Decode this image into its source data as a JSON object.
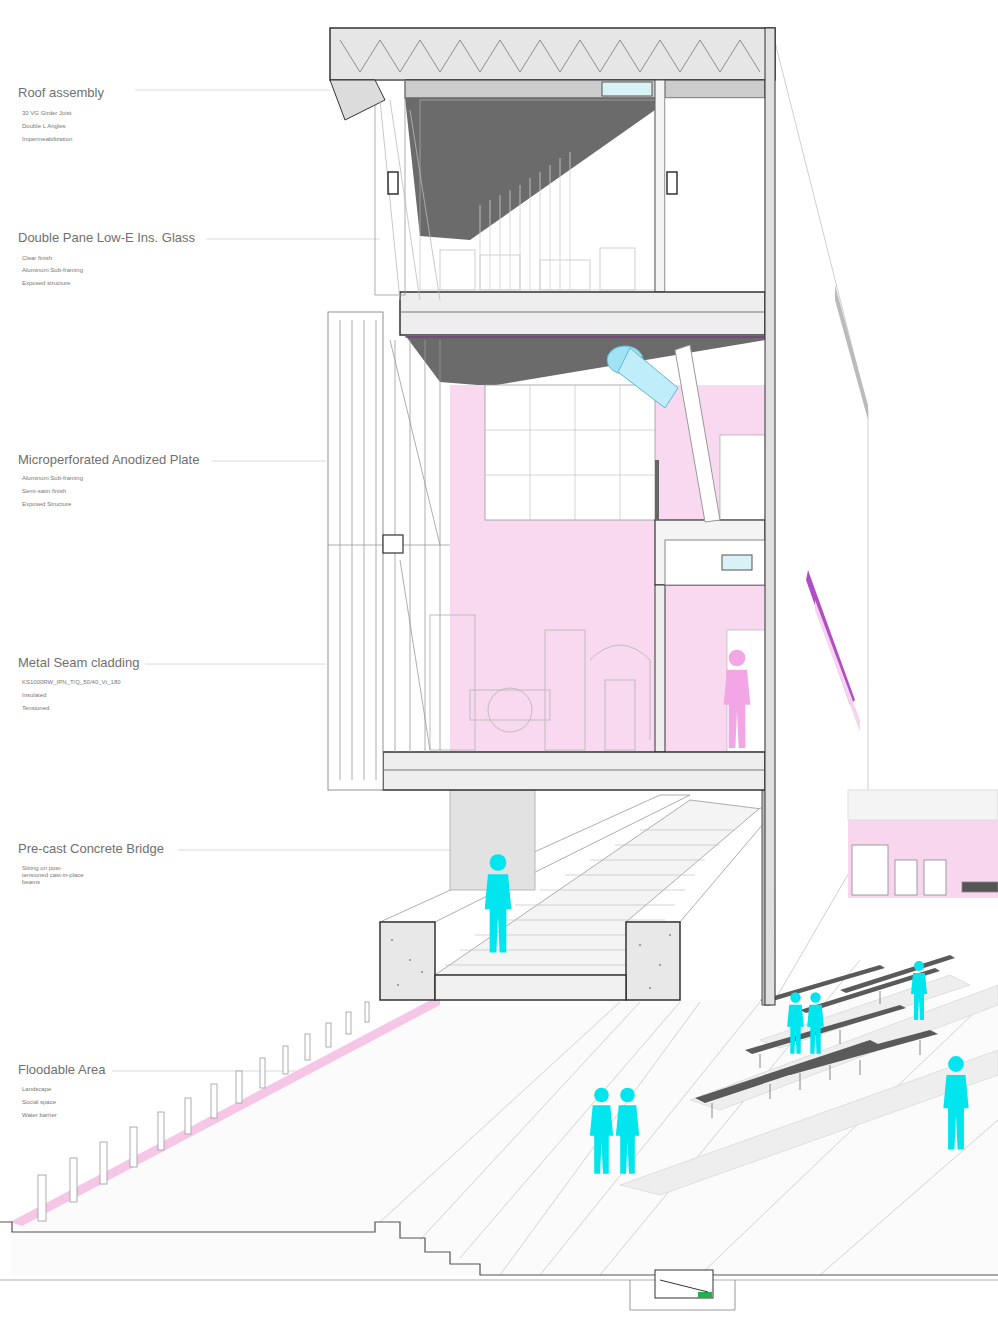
{
  "diagram": {
    "labels": [
      "Roof assembly",
      "30 VG Girder Joist",
      "Double L Angles",
      "Impermeabilization",
      "Double Pane Low-E Ins. Glass",
      "Clear finish",
      "Aluminum Sub-framing",
      "Exposed structure",
      "Microperforated Anodized Plate",
      "Aluminum Sub-framing",
      "Semi-satin finish",
      "Exposed Structure",
      "Metal Seam cladding",
      "KS1000RW_IPN_T/Q_50/40_Vt_180",
      "Insulated",
      "Tensioned",
      "Pre-cast Concrete Bridge",
      "Sitting on post-tensioned cast-in-place beams",
      "Floodable Area",
      "Landscape",
      "Social space",
      "Water barrier"
    ]
  }
}
